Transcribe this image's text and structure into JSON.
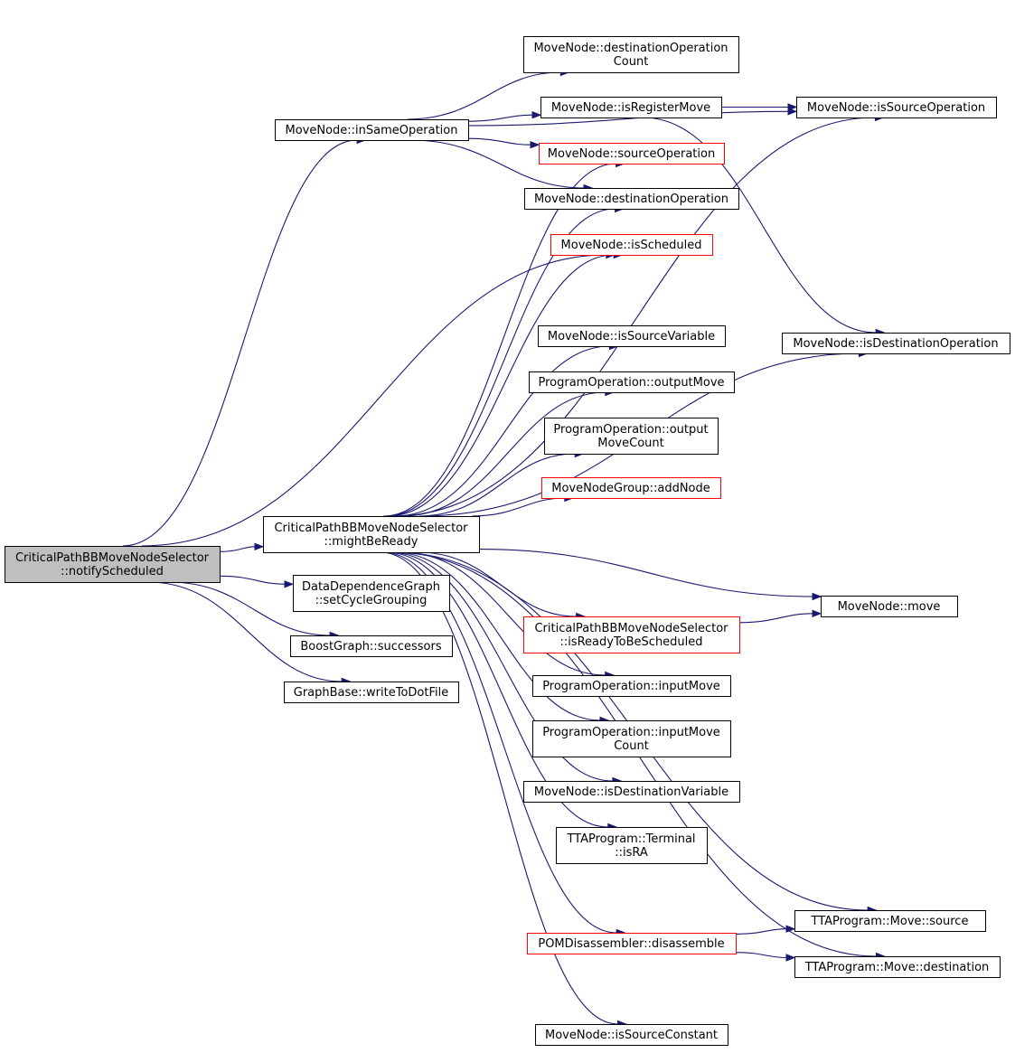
{
  "colors": {
    "edge": "#191970",
    "border_normal": "#000000",
    "border_truncated": "#ff0000",
    "root_fill": "#bfbfbf",
    "node_fill": "#ffffff"
  },
  "nodes": [
    {
      "id": "notify",
      "lines": [
        "CriticalPathBBMoveNodeSelector",
        "::notifyScheduled"
      ],
      "style": "root"
    },
    {
      "id": "inSame",
      "lines": [
        "MoveNode::inSameOperation"
      ],
      "style": "normal"
    },
    {
      "id": "mightBe",
      "lines": [
        "CriticalPathBBMoveNodeSelector",
        "::mightBeReady"
      ],
      "style": "normal"
    },
    {
      "id": "setCycle",
      "lines": [
        "DataDependenceGraph",
        "::setCycleGrouping"
      ],
      "style": "normal"
    },
    {
      "id": "successors",
      "lines": [
        "BoostGraph::successors"
      ],
      "style": "normal"
    },
    {
      "id": "writeDot",
      "lines": [
        "GraphBase::writeToDotFile"
      ],
      "style": "normal"
    },
    {
      "id": "destOpCount",
      "lines": [
        "MoveNode::destinationOperation",
        "Count"
      ],
      "style": "normal"
    },
    {
      "id": "isRegMove",
      "lines": [
        "MoveNode::isRegisterMove"
      ],
      "style": "normal"
    },
    {
      "id": "srcOp",
      "lines": [
        "MoveNode::sourceOperation"
      ],
      "style": "truncated"
    },
    {
      "id": "destOp",
      "lines": [
        "MoveNode::destinationOperation"
      ],
      "style": "normal"
    },
    {
      "id": "isSched",
      "lines": [
        "MoveNode::isScheduled"
      ],
      "style": "truncated"
    },
    {
      "id": "isSrcVar",
      "lines": [
        "MoveNode::isSourceVariable"
      ],
      "style": "normal"
    },
    {
      "id": "outMove",
      "lines": [
        "ProgramOperation::outputMove"
      ],
      "style": "normal"
    },
    {
      "id": "outMoveCount",
      "lines": [
        "ProgramOperation::output",
        "MoveCount"
      ],
      "style": "normal"
    },
    {
      "id": "addNode",
      "lines": [
        "MoveNodeGroup::addNode"
      ],
      "style": "truncated"
    },
    {
      "id": "isReady",
      "lines": [
        "CriticalPathBBMoveNodeSelector",
        "::isReadyToBeScheduled"
      ],
      "style": "truncated"
    },
    {
      "id": "inMove",
      "lines": [
        "ProgramOperation::inputMove"
      ],
      "style": "normal"
    },
    {
      "id": "inMoveCount",
      "lines": [
        "ProgramOperation::inputMove",
        "Count"
      ],
      "style": "normal"
    },
    {
      "id": "isDestVar",
      "lines": [
        "MoveNode::isDestinationVariable"
      ],
      "style": "normal"
    },
    {
      "id": "isRA",
      "lines": [
        "TTAProgram::Terminal",
        "::isRA"
      ],
      "style": "normal"
    },
    {
      "id": "disasm",
      "lines": [
        "POMDisassembler::disassemble"
      ],
      "style": "truncated"
    },
    {
      "id": "isSrcConst",
      "lines": [
        "MoveNode::isSourceConstant"
      ],
      "style": "normal"
    },
    {
      "id": "isSrcOp",
      "lines": [
        "MoveNode::isSourceOperation"
      ],
      "style": "normal"
    },
    {
      "id": "isDestOp",
      "lines": [
        "MoveNode::isDestinationOperation"
      ],
      "style": "normal"
    },
    {
      "id": "move",
      "lines": [
        "MoveNode::move"
      ],
      "style": "normal"
    },
    {
      "id": "mvSource",
      "lines": [
        "TTAProgram::Move::source"
      ],
      "style": "normal"
    },
    {
      "id": "mvDest",
      "lines": [
        "TTAProgram::Move::destination"
      ],
      "style": "normal"
    }
  ],
  "edges": [
    [
      "notify",
      "inSame"
    ],
    [
      "notify",
      "isSched"
    ],
    [
      "notify",
      "mightBe"
    ],
    [
      "notify",
      "setCycle"
    ],
    [
      "notify",
      "successors"
    ],
    [
      "notify",
      "writeDot"
    ],
    [
      "inSame",
      "destOpCount"
    ],
    [
      "inSame",
      "isRegMove"
    ],
    [
      "inSame",
      "srcOp"
    ],
    [
      "inSame",
      "destOp"
    ],
    [
      "inSame",
      "isSrcOp"
    ],
    [
      "isRegMove",
      "isSrcOp"
    ],
    [
      "isRegMove",
      "isDestOp"
    ],
    [
      "mightBe",
      "srcOp"
    ],
    [
      "mightBe",
      "destOp"
    ],
    [
      "mightBe",
      "isSched"
    ],
    [
      "mightBe",
      "isSrcOp"
    ],
    [
      "mightBe",
      "isSrcVar"
    ],
    [
      "mightBe",
      "outMove"
    ],
    [
      "mightBe",
      "outMoveCount"
    ],
    [
      "mightBe",
      "addNode"
    ],
    [
      "mightBe",
      "isDestOp"
    ],
    [
      "mightBe",
      "move"
    ],
    [
      "mightBe",
      "isReady"
    ],
    [
      "mightBe",
      "inMove"
    ],
    [
      "mightBe",
      "inMoveCount"
    ],
    [
      "mightBe",
      "isDestVar"
    ],
    [
      "mightBe",
      "isRA"
    ],
    [
      "mightBe",
      "mvSource"
    ],
    [
      "mightBe",
      "disasm"
    ],
    [
      "mightBe",
      "mvDest"
    ],
    [
      "mightBe",
      "isSrcConst"
    ],
    [
      "isReady",
      "move"
    ],
    [
      "disasm",
      "mvSource"
    ],
    [
      "disasm",
      "mvDest"
    ]
  ]
}
